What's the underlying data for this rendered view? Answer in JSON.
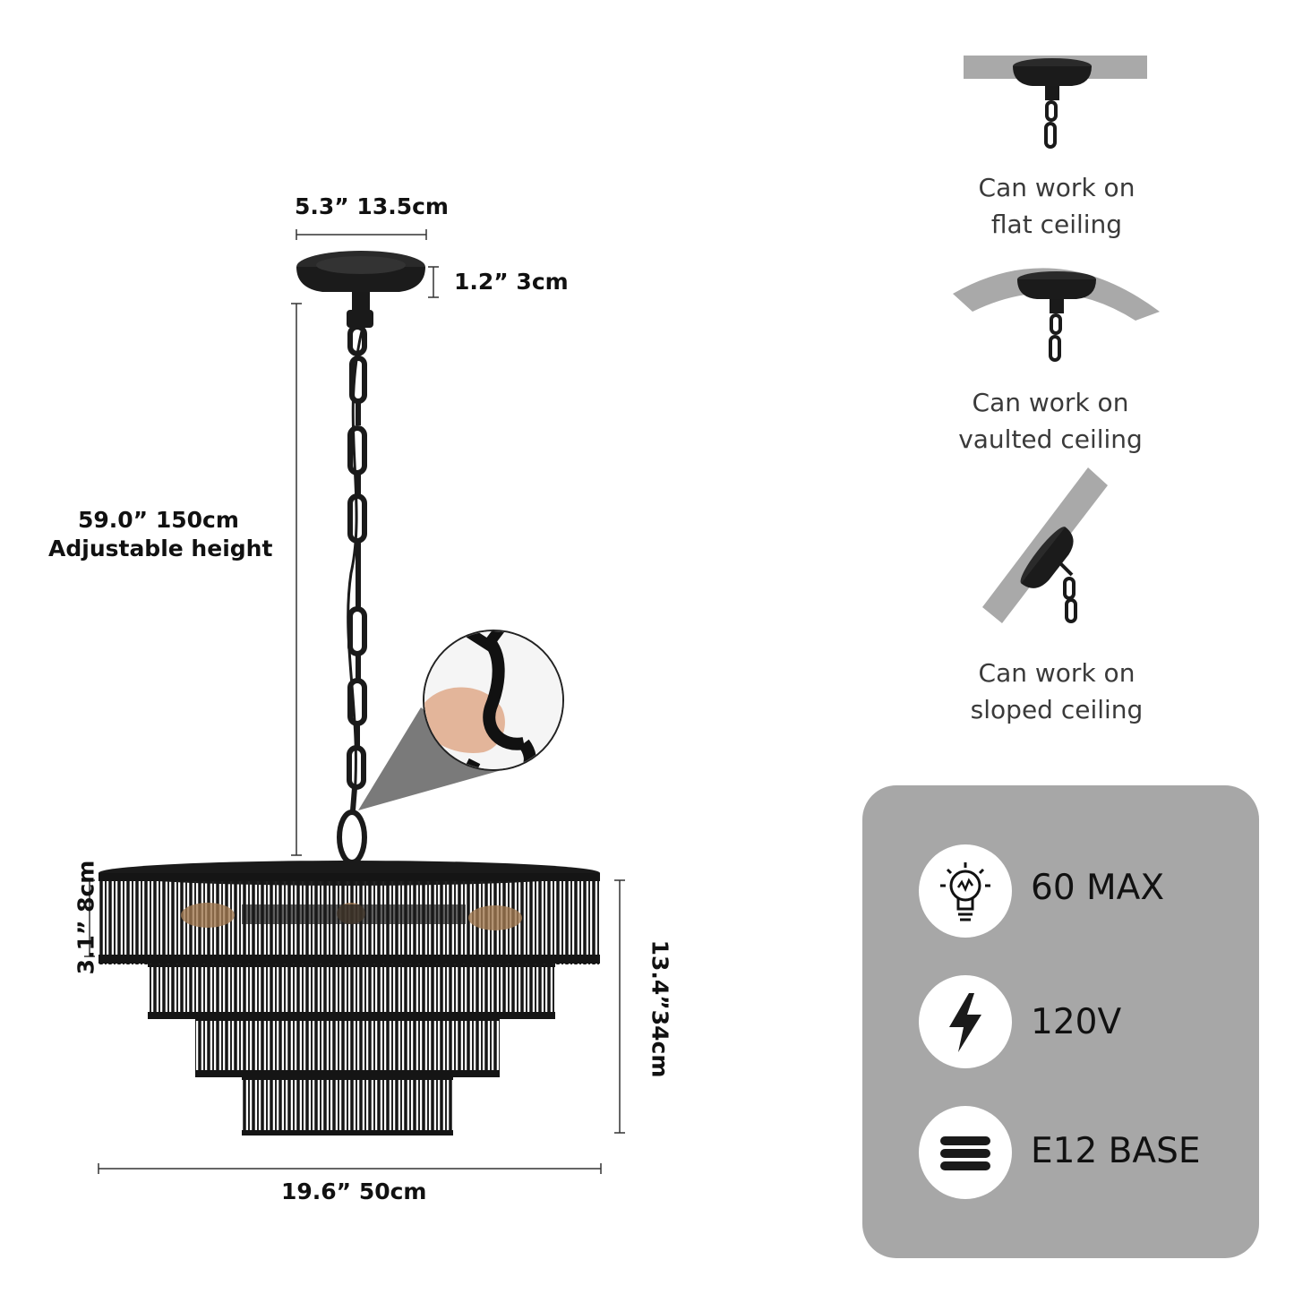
{
  "dimensions": {
    "canopy_width": "5.3”  13.5cm",
    "canopy_height": "1.2”  3cm",
    "chain_length": "59.0”  150cm",
    "chain_note": "Adjustable height",
    "tier_height": "3.1”  8cm",
    "total_height": "13.4”34cm",
    "width": "19.6”  50cm"
  },
  "ceilings": [
    {
      "label": "Can work on\nflat ceiling",
      "icon": "flat-ceiling-icon"
    },
    {
      "label": "Can work on\nvaulted ceiling",
      "icon": "vaulted-ceiling-icon"
    },
    {
      "label": "Can work on\nsloped ceiling",
      "icon": "sloped-ceiling-icon"
    }
  ],
  "specs": [
    {
      "label": "60 MAX",
      "icon": "bulb-icon"
    },
    {
      "label": "120V",
      "icon": "lightning-icon"
    },
    {
      "label": "E12 BASE",
      "icon": "socket-base-icon"
    }
  ],
  "colors": {
    "panel": "#a7a7a7",
    "fixture": "#151515",
    "ceiling": "#a9a9a9"
  }
}
